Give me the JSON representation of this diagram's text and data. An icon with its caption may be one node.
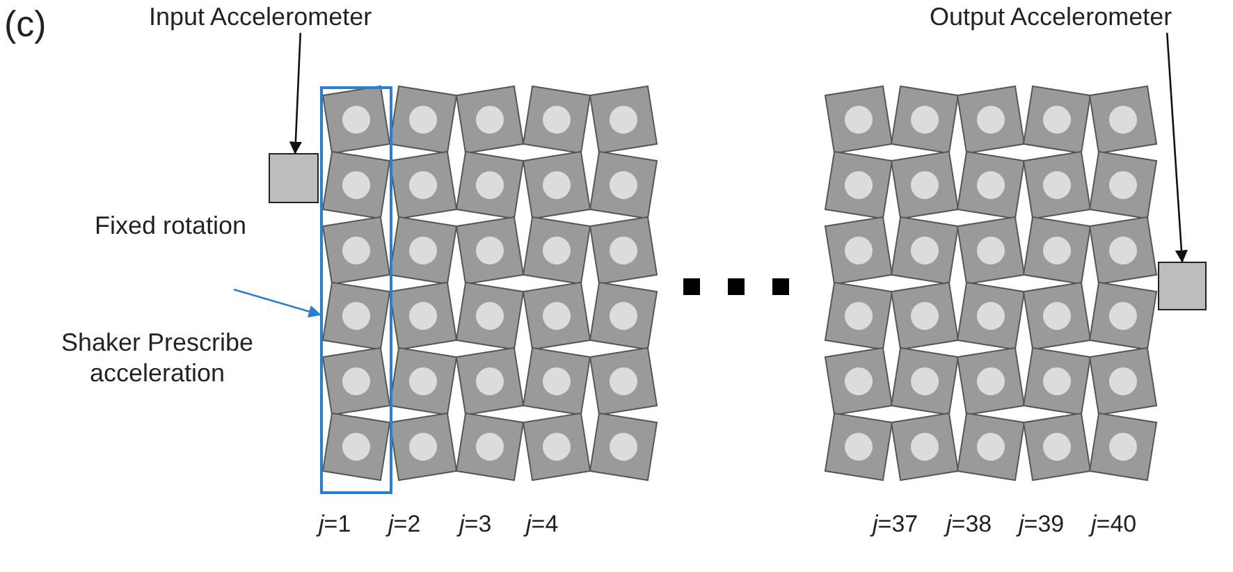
{
  "diagram": {
    "nodes": [
      {
        "text": [
          "Input Accelerometer"
        ]
      },
      {
        "text": [],
        "shape": "box"
      },
      {
        "text": [
          "Output Accelerometer"
        ]
      },
      {
        "text": [],
        "shape": "box"
      },
      {
        "text": [],
        "shape": "box"
      }
    ],
    "edges": [
      {
        "from": 0,
        "to": 1,
        "arrow": "to"
      },
      {
        "from": 2,
        "to": 3,
        "arrow": "to"
      },
      {
        "from": null,
        "to": 4,
        "arrow": "to",
        "color": "#2a7fd4"
      }
    ],
    "labels": [
      "(c)",
      "Fixed rotation",
      "Shaker Prescribe acceleration",
      "*j*=1",
      "*j*=2",
      "*j*=3",
      "*j*=4",
      "*j*=37",
      "*j*=38",
      "*j*=39",
      "*j*=40"
    ]
  }
}
